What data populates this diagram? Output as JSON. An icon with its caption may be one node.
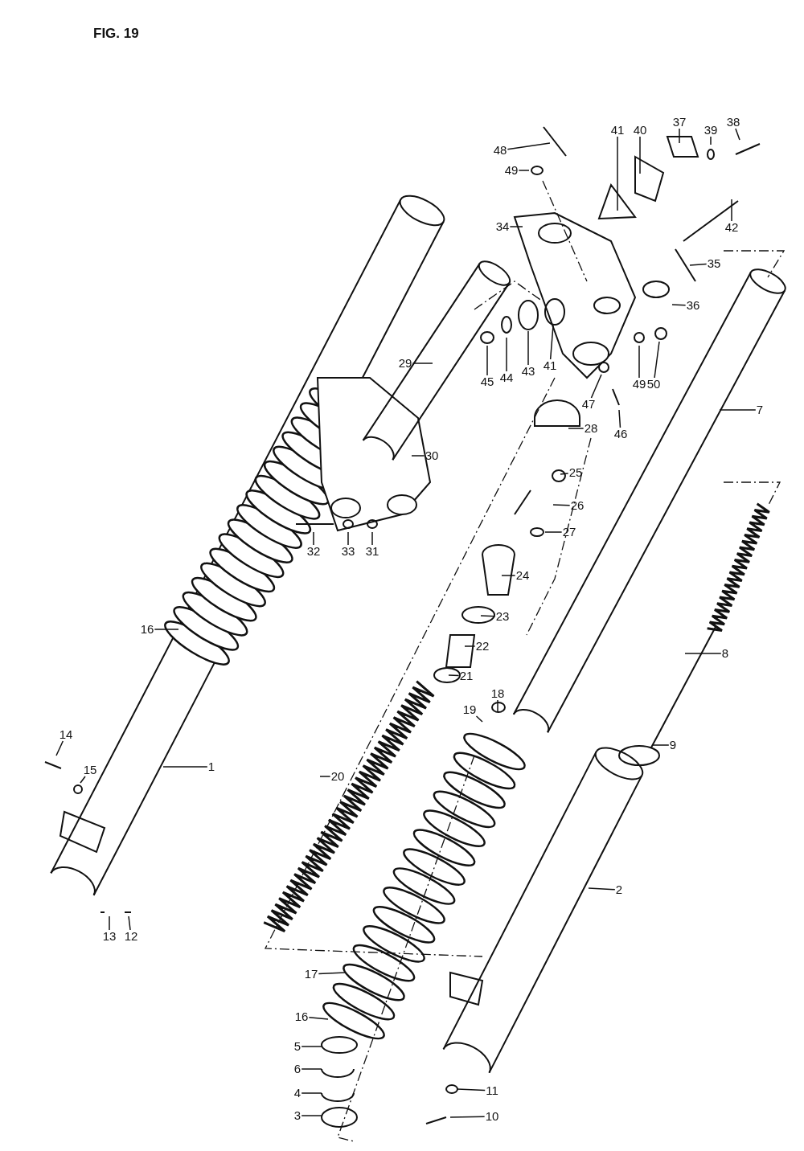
{
  "diagram": {
    "title": "FIG. 19",
    "nodes": [
      {
        "text": [
          "48"
        ]
      },
      {
        "text": [
          "49"
        ]
      },
      {
        "text": [
          "41"
        ]
      },
      {
        "text": [
          "40"
        ]
      },
      {
        "text": [
          "37"
        ]
      },
      {
        "text": [
          "39"
        ]
      },
      {
        "text": [
          "38"
        ]
      },
      {
        "text": [
          "34"
        ]
      },
      {
        "text": [
          "42"
        ]
      },
      {
        "text": [
          "35"
        ]
      },
      {
        "text": [
          "36"
        ]
      },
      {
        "text": [
          "29"
        ]
      },
      {
        "text": [
          "41"
        ]
      },
      {
        "text": [
          "43"
        ]
      },
      {
        "text": [
          "44"
        ]
      },
      {
        "text": [
          "45"
        ]
      },
      {
        "text": [
          "49"
        ]
      },
      {
        "text": [
          "50"
        ]
      },
      {
        "text": [
          "7"
        ]
      },
      {
        "text": [
          "47"
        ]
      },
      {
        "text": [
          "46"
        ]
      },
      {
        "text": [
          "28"
        ]
      },
      {
        "text": [
          "30"
        ]
      },
      {
        "text": [
          "25"
        ]
      },
      {
        "text": [
          "26"
        ]
      },
      {
        "text": [
          "27"
        ]
      },
      {
        "text": [
          "32"
        ]
      },
      {
        "text": [
          "33"
        ]
      },
      {
        "text": [
          "31"
        ]
      },
      {
        "text": [
          "24"
        ]
      },
      {
        "text": [
          "23"
        ]
      },
      {
        "text": [
          "16"
        ]
      },
      {
        "text": [
          "22"
        ]
      },
      {
        "text": [
          "8"
        ]
      },
      {
        "text": [
          "21"
        ]
      },
      {
        "text": [
          "18"
        ]
      },
      {
        "text": [
          "19"
        ]
      },
      {
        "text": [
          "14"
        ]
      },
      {
        "text": [
          "9"
        ]
      },
      {
        "text": [
          "1"
        ]
      },
      {
        "text": [
          "15"
        ]
      },
      {
        "text": [
          "20"
        ]
      },
      {
        "text": [
          "2"
        ]
      },
      {
        "text": [
          "13"
        ]
      },
      {
        "text": [
          "12"
        ]
      },
      {
        "text": [
          "17"
        ]
      },
      {
        "text": [
          "16"
        ]
      },
      {
        "text": [
          "5"
        ]
      },
      {
        "text": [
          "6"
        ]
      },
      {
        "text": [
          "4"
        ]
      },
      {
        "text": [
          "11"
        ]
      },
      {
        "text": [
          "3"
        ]
      },
      {
        "text": [
          "10"
        ]
      }
    ],
    "edges": [
      {
        "from": 0,
        "to": null,
        "arrow": "none"
      },
      {
        "from": 1,
        "to": null,
        "arrow": "none"
      },
      {
        "from": 2,
        "to": null,
        "arrow": "none"
      },
      {
        "from": 3,
        "to": null,
        "arrow": "none"
      },
      {
        "from": 4,
        "to": null,
        "arrow": "none"
      },
      {
        "from": 5,
        "to": null,
        "arrow": "none"
      },
      {
        "from": 6,
        "to": null,
        "arrow": "none"
      },
      {
        "from": 7,
        "to": null,
        "arrow": "none"
      },
      {
        "from": 8,
        "to": null,
        "arrow": "none"
      },
      {
        "from": 9,
        "to": null,
        "arrow": "none"
      },
      {
        "from": 10,
        "to": null,
        "arrow": "none"
      },
      {
        "from": 11,
        "to": null,
        "arrow": "none"
      },
      {
        "from": 12,
        "to": null,
        "arrow": "none"
      },
      {
        "from": 13,
        "to": null,
        "arrow": "none"
      },
      {
        "from": 14,
        "to": null,
        "arrow": "none"
      },
      {
        "from": 15,
        "to": null,
        "arrow": "none"
      },
      {
        "from": 16,
        "to": null,
        "arrow": "none"
      },
      {
        "from": 17,
        "to": null,
        "arrow": "none"
      },
      {
        "from": 18,
        "to": null,
        "arrow": "none"
      },
      {
        "from": 19,
        "to": null,
        "arrow": "none"
      },
      {
        "from": 20,
        "to": null,
        "arrow": "none"
      },
      {
        "from": 21,
        "to": null,
        "arrow": "none"
      },
      {
        "from": 22,
        "to": null,
        "arrow": "none"
      },
      {
        "from": 23,
        "to": null,
        "arrow": "none"
      },
      {
        "from": 24,
        "to": null,
        "arrow": "none"
      },
      {
        "from": 25,
        "to": null,
        "arrow": "none"
      },
      {
        "from": 26,
        "to": null,
        "arrow": "none"
      },
      {
        "from": 27,
        "to": null,
        "arrow": "none"
      },
      {
        "from": 28,
        "to": null,
        "arrow": "none"
      },
      {
        "from": 29,
        "to": null,
        "arrow": "none"
      },
      {
        "from": 30,
        "to": null,
        "arrow": "none"
      },
      {
        "from": 31,
        "to": null,
        "arrow": "none"
      },
      {
        "from": 32,
        "to": null,
        "arrow": "none"
      },
      {
        "from": 33,
        "to": null,
        "arrow": "none"
      },
      {
        "from": 34,
        "to": null,
        "arrow": "none"
      },
      {
        "from": 35,
        "to": null,
        "arrow": "none"
      },
      {
        "from": 36,
        "to": null,
        "arrow": "none"
      },
      {
        "from": 37,
        "to": null,
        "arrow": "none"
      },
      {
        "from": 38,
        "to": null,
        "arrow": "none"
      },
      {
        "from": 39,
        "to": null,
        "arrow": "none"
      },
      {
        "from": 40,
        "to": null,
        "arrow": "none"
      },
      {
        "from": 41,
        "to": null,
        "arrow": "none"
      },
      {
        "from": 42,
        "to": null,
        "arrow": "none"
      },
      {
        "from": 43,
        "to": null,
        "arrow": "none"
      },
      {
        "from": 44,
        "to": null,
        "arrow": "none"
      },
      {
        "from": 45,
        "to": null,
        "arrow": "none"
      },
      {
        "from": 46,
        "to": null,
        "arrow": "none"
      },
      {
        "from": 47,
        "to": null,
        "arrow": "none"
      },
      {
        "from": 48,
        "to": null,
        "arrow": "none"
      },
      {
        "from": 49,
        "to": null,
        "arrow": "none"
      },
      {
        "from": 50,
        "to": null,
        "arrow": "none"
      },
      {
        "from": 51,
        "to": null,
        "arrow": "none"
      },
      {
        "from": 52,
        "to": null,
        "arrow": "none"
      }
    ]
  }
}
